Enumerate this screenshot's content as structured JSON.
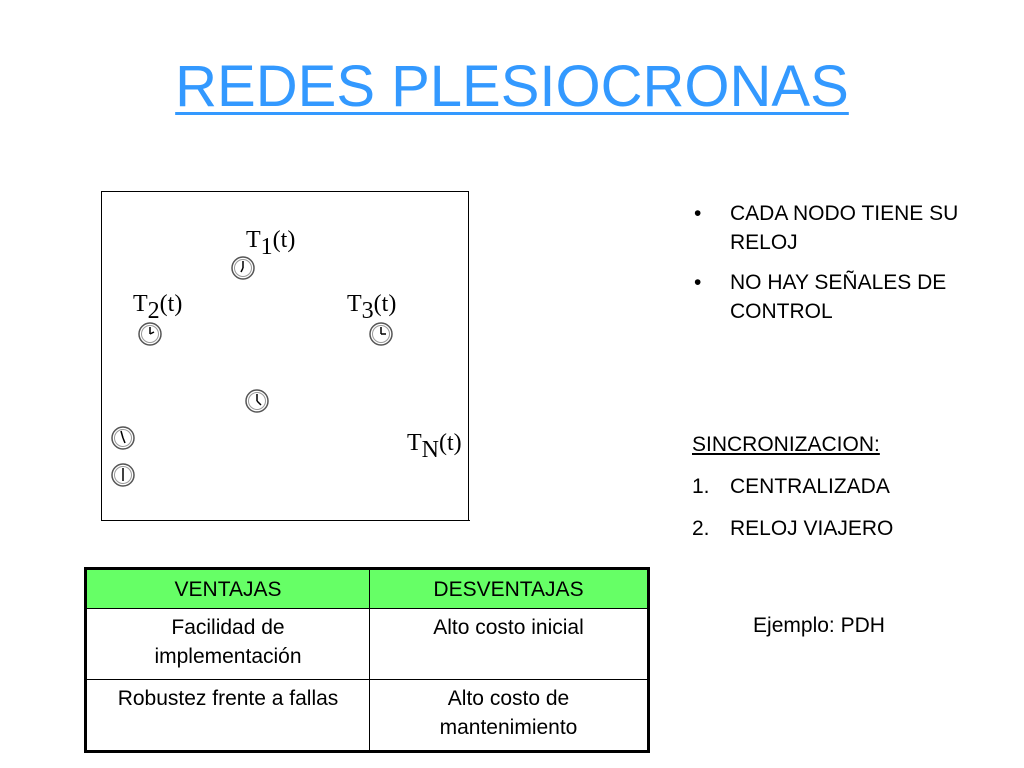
{
  "title": "REDES PLESIOCRONAS",
  "diagram": {
    "labels": {
      "t1": {
        "base": "T",
        "sub": "1",
        "suffix": "(t)"
      },
      "t2": {
        "base": "T",
        "sub": "2",
        "suffix": "(t)"
      },
      "t3": {
        "base": "T",
        "sub": "3",
        "suffix": "(t)"
      },
      "tn": {
        "base": "T",
        "sub": "N",
        "suffix": "(t)"
      }
    },
    "clock_icons": [
      "clock-icon",
      "clock-icon",
      "clock-icon",
      "clock-icon",
      "clock-icon",
      "clock-icon"
    ]
  },
  "bullets": {
    "marker": "•",
    "items": [
      "CADA NODO TIENE SU RELOJ",
      "NO HAY SEÑALES DE CONTROL"
    ]
  },
  "sync": {
    "heading": "SINCRONIZACION:",
    "items": [
      {
        "num": "1.",
        "text": "CENTRALIZADA"
      },
      {
        "num": "2.",
        "text": "RELOJ VIAJERO"
      }
    ]
  },
  "example": "Ejemplo: PDH",
  "table": {
    "header_color": "#66ff66",
    "headers": [
      "VENTAJAS",
      "DESVENTAJAS"
    ],
    "rows": [
      [
        "Facilidad de implementación",
        "Alto costo inicial"
      ],
      [
        "Robustez frente a fallas",
        "Alto costo de mantenimiento"
      ]
    ]
  },
  "colors": {
    "title": "#3399ff"
  }
}
